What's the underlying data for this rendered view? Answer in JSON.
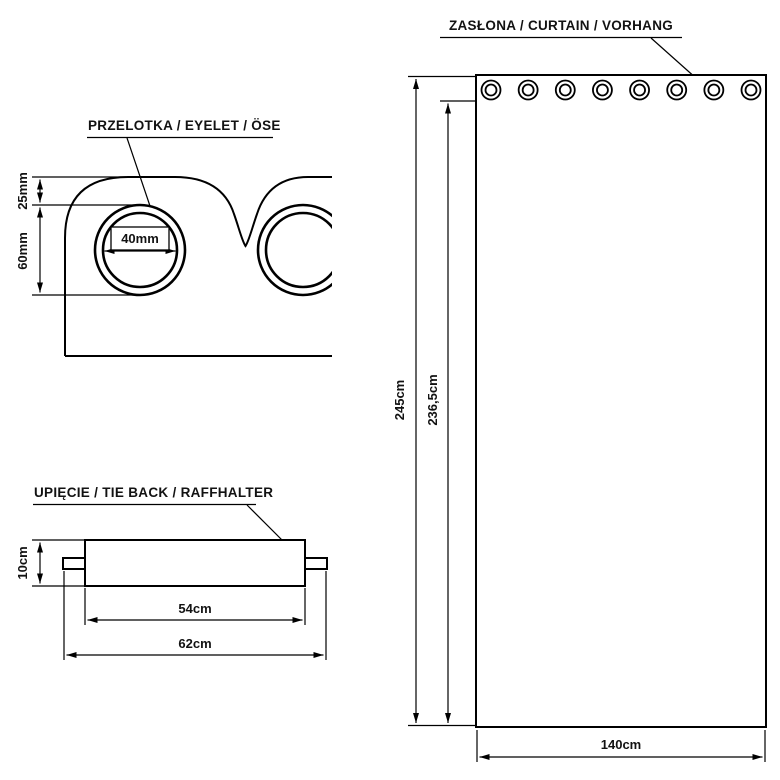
{
  "page": {
    "background": "#ffffff",
    "line_color": "#000000"
  },
  "curtain": {
    "label": "ZASŁONA / CURTAIN / VORHANG",
    "height_total": "245cm",
    "height_inner": "236,5cm",
    "width": "140cm",
    "eyelet_count": 8
  },
  "eyelet_detail": {
    "label": "PRZELOTKA / EYELET / ÖSE",
    "top_offset": "25mm",
    "outer_height": "60mm",
    "inner_diameter": "40mm"
  },
  "tieback": {
    "label": "UPIĘCIE / TIE BACK / RAFFHALTER",
    "height": "10cm",
    "inner_width": "54cm",
    "outer_width": "62cm"
  }
}
